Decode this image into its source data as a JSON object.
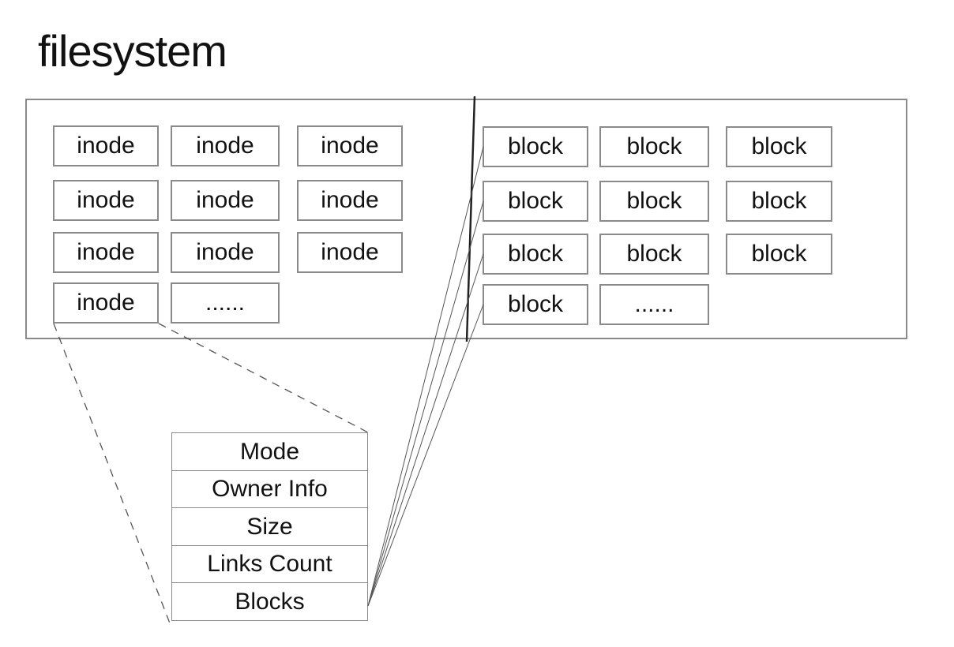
{
  "title": "filesystem",
  "inodes": [
    "inode",
    "inode",
    "inode",
    "inode",
    "inode",
    "inode",
    "inode",
    "inode",
    "inode",
    "inode",
    "......"
  ],
  "blocks": [
    "block",
    "block",
    "block",
    "block",
    "block",
    "block",
    "block",
    "block",
    "block",
    "block",
    "......"
  ],
  "inode_struct": {
    "fields": [
      "Mode",
      "Owner Info",
      "Size",
      "Links Count",
      "Blocks"
    ]
  },
  "colors": {
    "border": "#8a8a8a",
    "text": "#111111",
    "divider": "#222222"
  }
}
